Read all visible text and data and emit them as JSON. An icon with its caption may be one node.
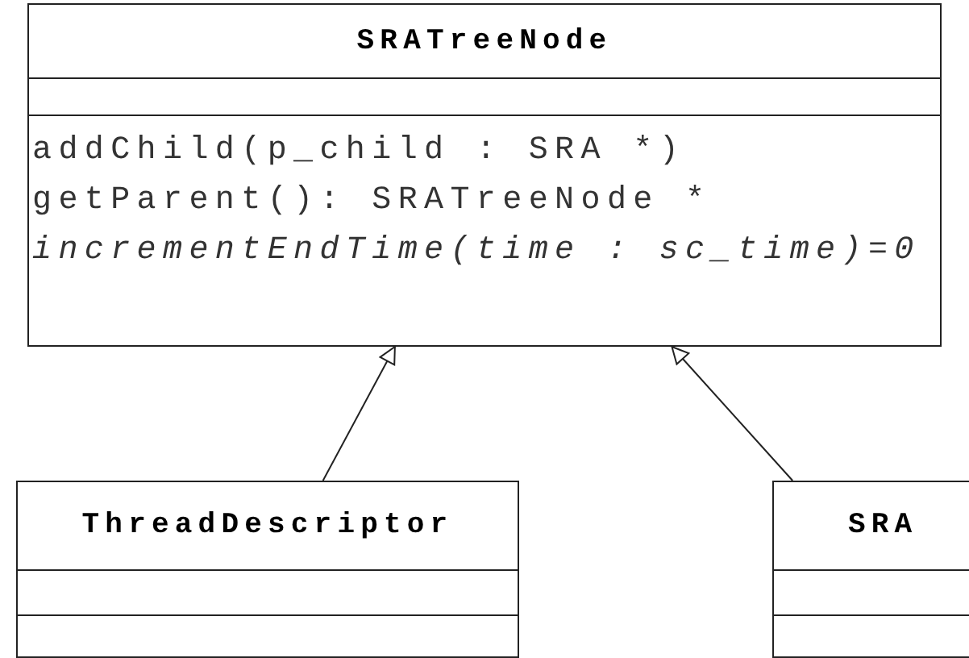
{
  "diagram": {
    "nodes": [
      {
        "text": [
          "SRATreeNode",
          "addChild(p_child : SRA *)",
          "getParent(): SRATreeNode *",
          "*incrementEndTime(time : sc_time)=0*"
        ]
      },
      {
        "text": [
          "ThreadDescriptor"
        ]
      },
      {
        "text": [
          "SRA"
        ]
      }
    ],
    "edges": [
      {
        "from": 1,
        "to": 0,
        "arrow": "to"
      },
      {
        "from": 2,
        "to": 0,
        "arrow": "to"
      }
    ]
  }
}
